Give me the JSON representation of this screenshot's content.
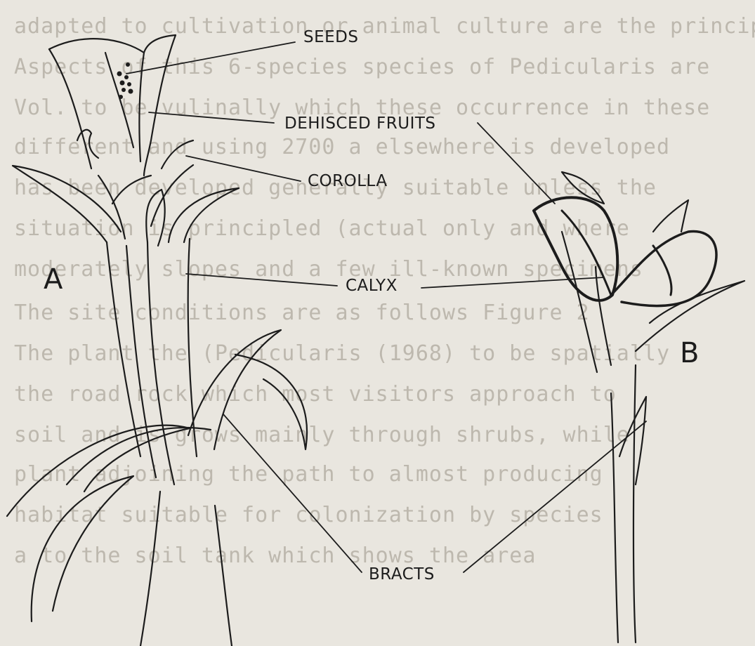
{
  "background_text": [
    "adapted to cultivation or animal culture are the principal",
    "Aspects of this 6-species species of Pedicularis are",
    "Vol. to be vulinally which these occurrence in these",
    "different and using 2700 a elsewhere is developed",
    "has been developed generally suitable unless the",
    "situation is principled (actual only and where",
    "moderately slopes and a few ill-known specimens",
    "The site conditions are as follows Figure 2",
    "The plant the (Pedicularis (1968) to be spatially",
    "the road rock which most visitors approach to",
    "soil and is grows mainly through shrubs, while",
    "plant adjoining the path to almost producing",
    "habitat suitable for colonization by species",
    "a to the soil tank which shows the area"
  ],
  "labels": {
    "seeds": "SEEDS",
    "dehisced_fruits": "DEHISCED FRUITS",
    "corolla": "COROLLA",
    "calyx": "CALYX",
    "bracts": "BRACTS",
    "panel_a": "A",
    "panel_b": "B"
  },
  "colors": {
    "ink": "#1c1c1c",
    "paper": "#e9e6df",
    "bleed": "#bdb8ae"
  }
}
